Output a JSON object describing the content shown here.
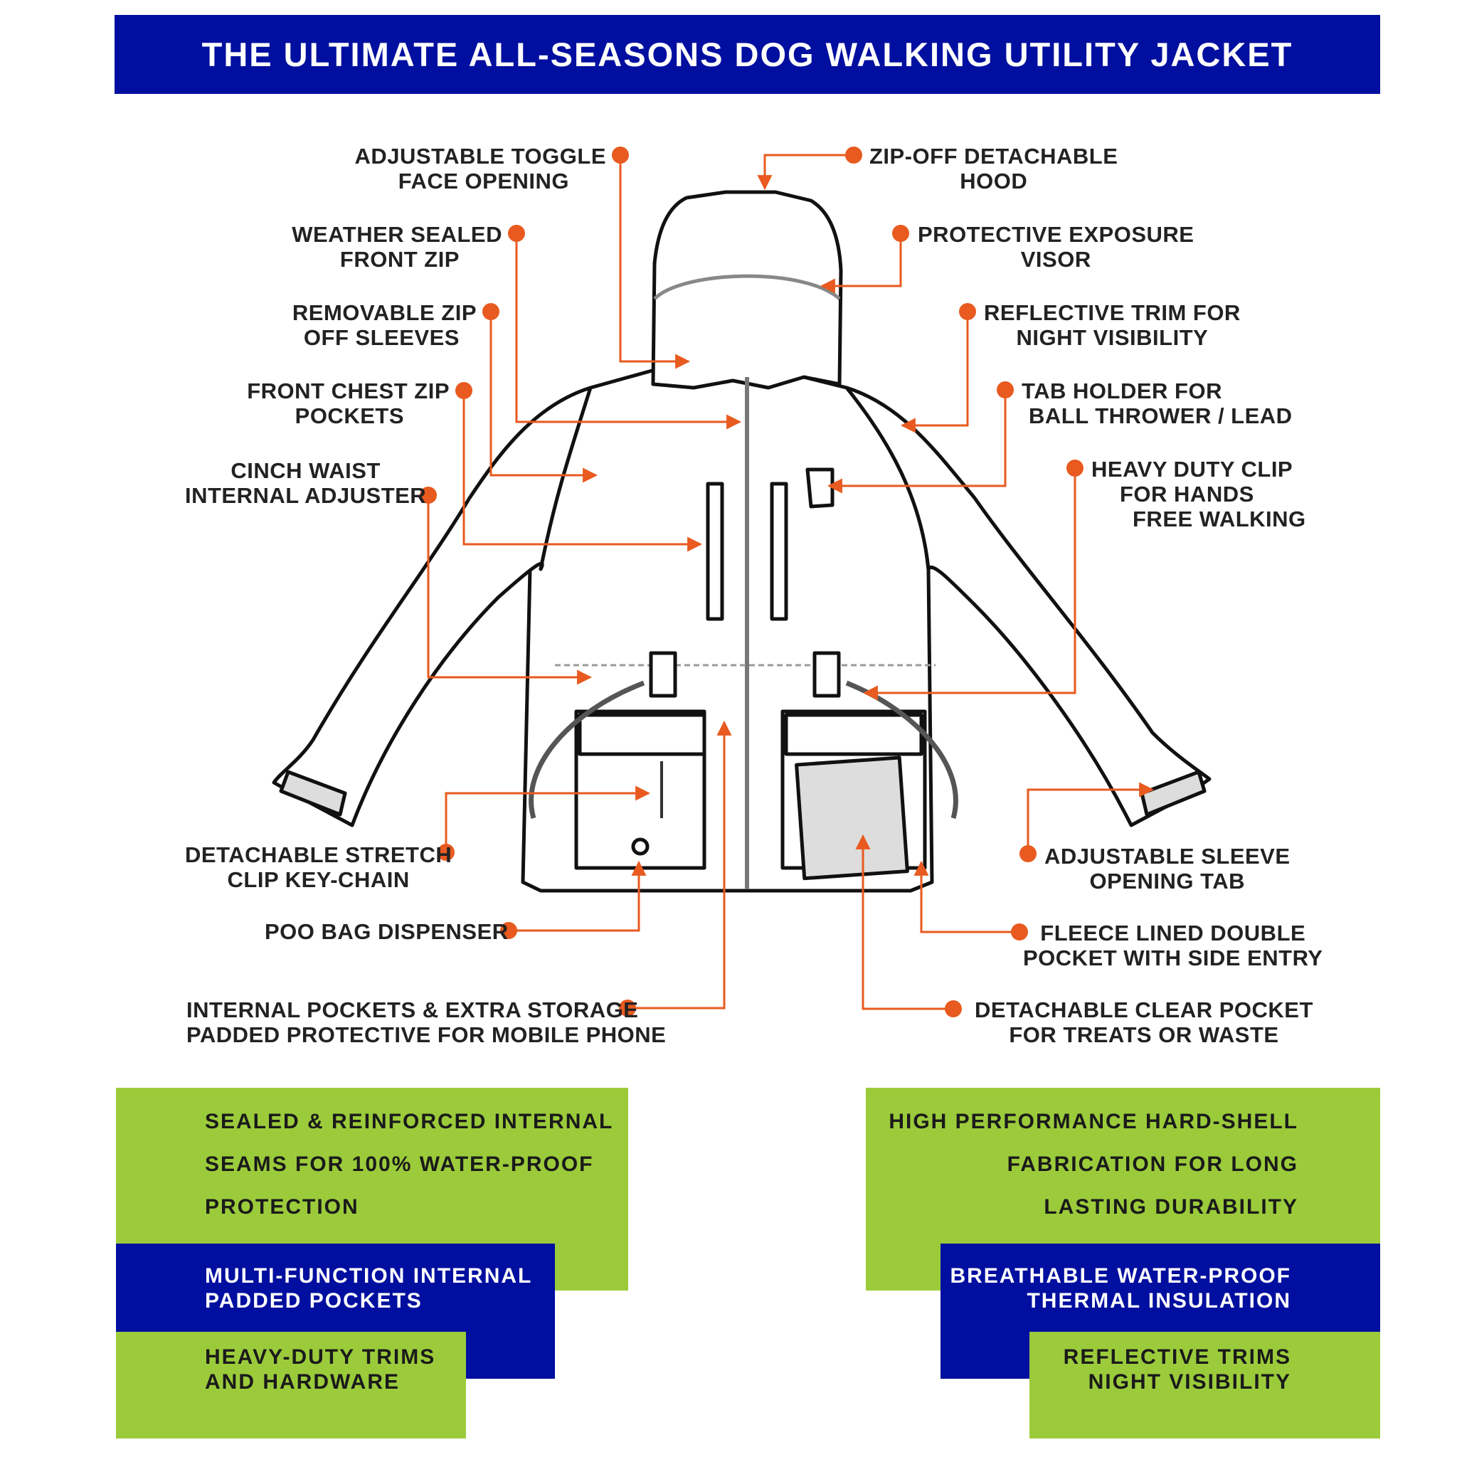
{
  "title": "THE ULTIMATE ALL-SEASONS DOG WALKING UTILITY JACKET",
  "colors": {
    "banner_blue": "#000f9f",
    "accent_orange": "#e85a1f",
    "panel_green": "#9bcb3b"
  },
  "features_left": [
    {
      "line1": "ADJUSTABLE TOGGLE",
      "line2": "FACE OPENING"
    },
    {
      "line1": "WEATHER SEALED",
      "line2": "FRONT ZIP"
    },
    {
      "line1": "REMOVABLE ZIP",
      "line2": "OFF SLEEVES"
    },
    {
      "line1": "FRONT CHEST ZIP",
      "line2": "POCKETS"
    },
    {
      "line1": "CINCH WAIST",
      "line2": "INTERNAL ADJUSTER"
    },
    {
      "line1": "DETACHABLE STRETCH",
      "line2": "CLIP KEY-CHAIN"
    },
    {
      "line1": "POO BAG DISPENSER",
      "line2": ""
    },
    {
      "line1": "INTERNAL POCKETS & EXTRA STORAGE",
      "line2": "PADDED PROTECTIVE FOR MOBILE PHONE"
    }
  ],
  "features_right": [
    {
      "line1": "ZIP-OFF DETACHABLE",
      "line2": "HOOD"
    },
    {
      "line1": "PROTECTIVE EXPOSURE",
      "line2": "VISOR"
    },
    {
      "line1": "REFLECTIVE TRIM FOR",
      "line2": "NIGHT VISIBILITY"
    },
    {
      "line1": "TAB HOLDER FOR",
      "line2": "BALL THROWER / LEAD"
    },
    {
      "line1": "HEAVY DUTY CLIP",
      "line2": "FOR HANDS",
      "line3": "FREE WALKING"
    },
    {
      "line1": "ADJUSTABLE SLEEVE",
      "line2": "OPENING TAB"
    },
    {
      "line1": "FLEECE LINED DOUBLE",
      "line2": "POCKET WITH SIDE ENTRY"
    },
    {
      "line1": "DETACHABLE CLEAR POCKET",
      "line2": "FOR TREATS OR WASTE"
    }
  ],
  "panels_left": {
    "green_top": [
      "SEALED & REINFORCED INTERNAL",
      "SEAMS FOR 100% WATER-PROOF",
      "PROTECTION"
    ],
    "blue_mid": [
      "MULTI-FUNCTION INTERNAL",
      "PADDED POCKETS"
    ],
    "green_bottom": [
      "HEAVY-DUTY TRIMS",
      "AND HARDWARE"
    ]
  },
  "panels_right": {
    "green_top": [
      "HIGH PERFORMANCE HARD-SHELL",
      "FABRICATION FOR LONG",
      "LASTING DURABILITY"
    ],
    "blue_mid": [
      "BREATHABLE WATER-PROOF",
      "THERMAL INSULATION"
    ],
    "green_bottom": [
      "REFLECTIVE TRIMS",
      "NIGHT VISIBILITY"
    ]
  }
}
